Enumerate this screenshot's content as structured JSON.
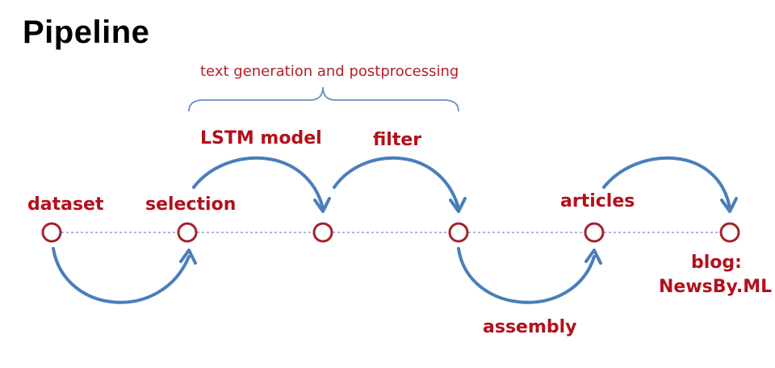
{
  "title": "Pipeline",
  "group": {
    "label": "text generation and postprocessing"
  },
  "stages": {
    "dataset": "dataset",
    "selection": "selection",
    "lstm_model": "LSTM model",
    "filter": "filter",
    "assembly": "assembly",
    "articles": "articles",
    "blog_line1": "blog:",
    "blog_line2": "NewsBy.ML"
  },
  "colors": {
    "label": "#b3101c",
    "node_stroke": "#a3222b",
    "arrow": "#4a7ebb",
    "timeline": "#6a8fc8"
  }
}
